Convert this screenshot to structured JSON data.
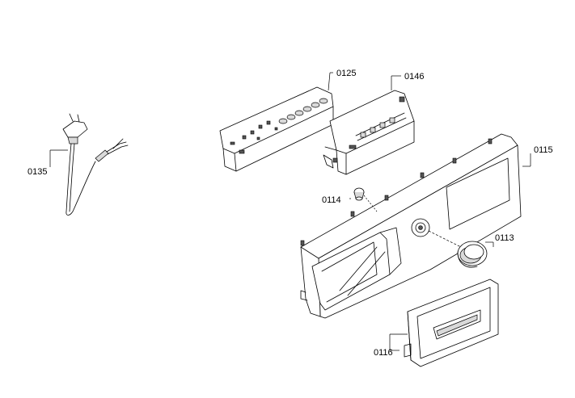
{
  "parts": {
    "p0125": {
      "label": "0125"
    },
    "p0146": {
      "label": "0146"
    },
    "p0115": {
      "label": "0115"
    },
    "p0135": {
      "label": "0135"
    },
    "p0114": {
      "label": "0114"
    },
    "p0113": {
      "label": "0113"
    },
    "p0116": {
      "label": "0116"
    }
  }
}
